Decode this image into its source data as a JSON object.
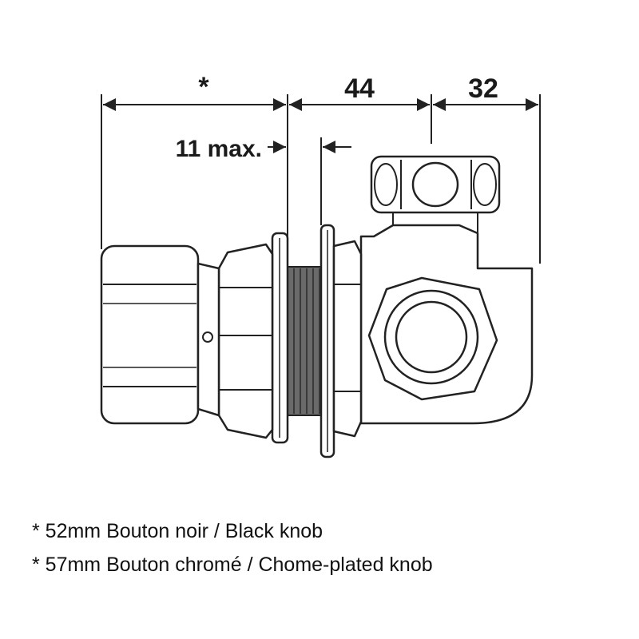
{
  "dimensions": {
    "knob_length": "*",
    "body_width": "44",
    "outlet_offset": "32",
    "wall_thickness": "11 max."
  },
  "notes": [
    "* 52mm Bouton noir / Black knob",
    "* 57mm Bouton chromé / Chome-plated knob"
  ],
  "colors": {
    "line": "#222222",
    "fill": "#ffffff",
    "text": "#111111"
  }
}
